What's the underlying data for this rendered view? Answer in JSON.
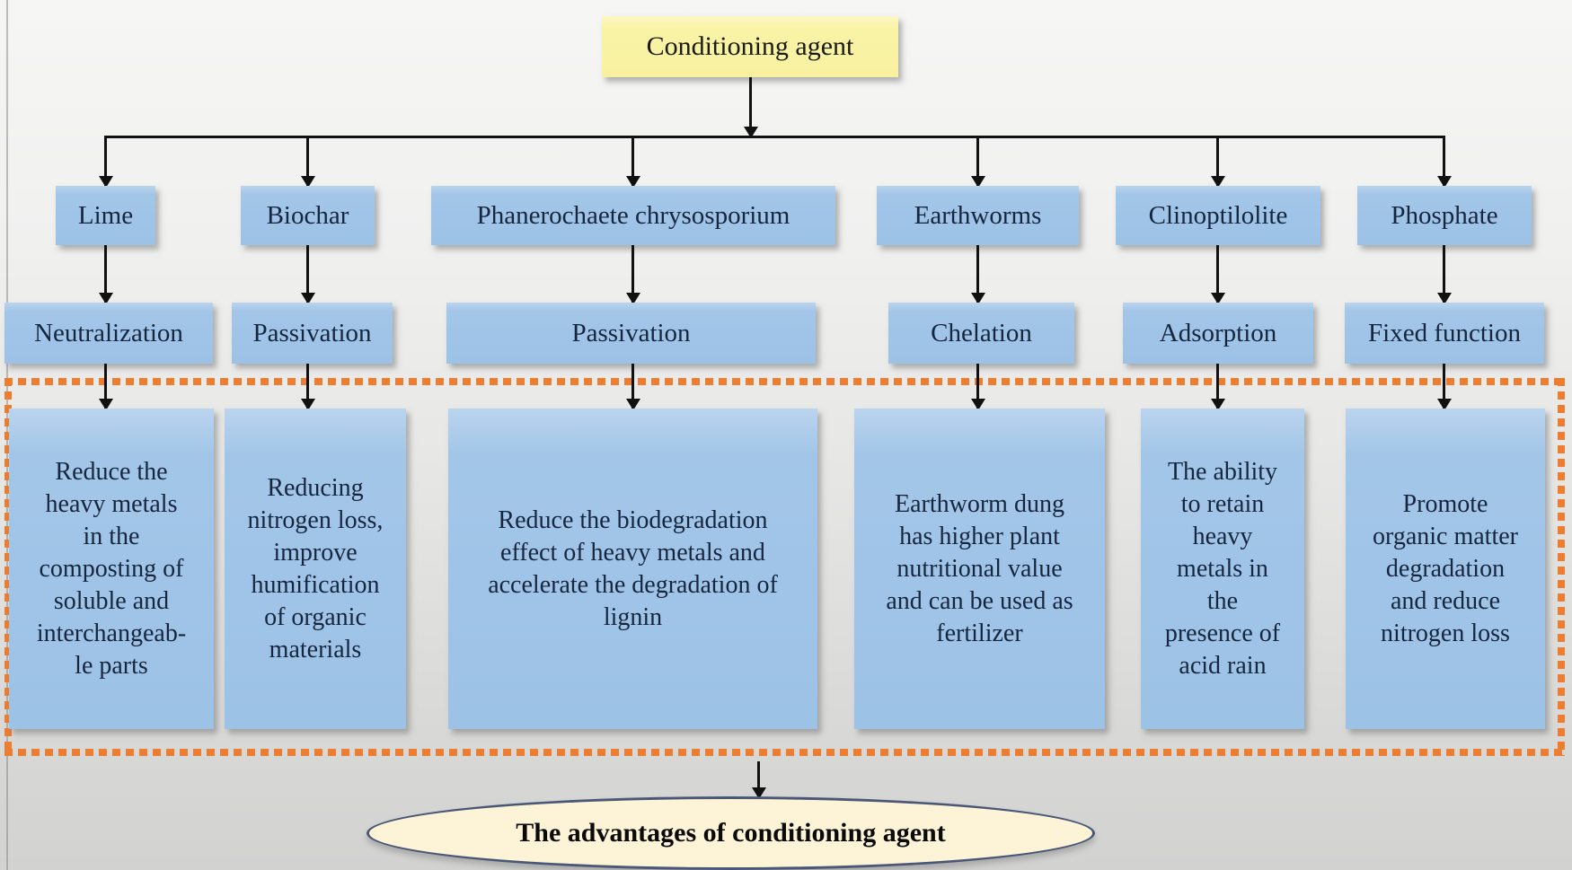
{
  "root": {
    "label": "Conditioning agent"
  },
  "columns": [
    {
      "agent": "Lime",
      "mechanism": "Neutralization",
      "advantage": "Reduce the\nheavy metals\nin the\ncomposting of\nsoluble and\ninterchangeab-\nle parts"
    },
    {
      "agent": "Biochar",
      "mechanism": "Passivation",
      "advantage": "Reducing\nnitrogen loss,\nimprove\nhumification\nof organic\nmaterials"
    },
    {
      "agent": "Phanerochaete chrysosporium",
      "mechanism": "Passivation",
      "advantage": "Reduce the biodegradation\neffect of heavy metals and\naccelerate the degradation of\nlignin"
    },
    {
      "agent": "Earthworms",
      "mechanism": "Chelation",
      "advantage": "Earthworm dung\nhas higher plant\nnutritional value\nand can be used as\nfertilizer"
    },
    {
      "agent": "Clinoptilolite",
      "mechanism": "Adsorption",
      "advantage": "The ability\nto retain\nheavy\nmetals in\nthe\npresence of\nacid rain"
    },
    {
      "agent": "Phosphate",
      "mechanism": "Fixed function",
      "advantage": "Promote\norganic matter\ndegradation\nand reduce\nnitrogen loss"
    }
  ],
  "summary": {
    "label": "The advantages of conditioning agent"
  },
  "colors": {
    "box_blue": "#a3c6e8",
    "box_yellow": "#f9f3a6",
    "ellipse_cream": "#fdf4d7",
    "ellipse_border": "#4a5878",
    "dotted_orange": "#ed7d31",
    "text_navy": "#17263f"
  }
}
